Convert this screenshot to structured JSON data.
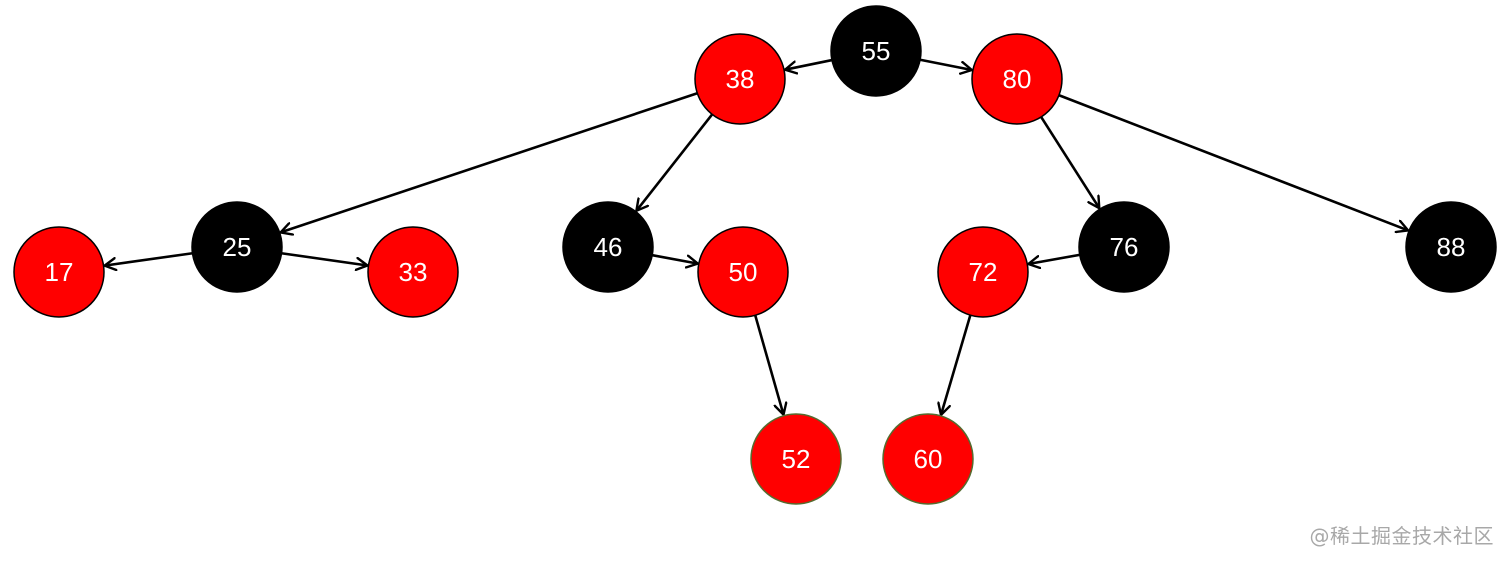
{
  "diagram": {
    "colors": {
      "red": "#ff0000",
      "black": "#000000",
      "text": "#ffffff",
      "edge": "#000000",
      "watermark": "#a8a8a8",
      "leaf_outline": "#556b2f"
    },
    "nodes": [
      {
        "id": "n55",
        "label": "55",
        "color": "black"
      },
      {
        "id": "n38",
        "label": "38",
        "color": "red"
      },
      {
        "id": "n80",
        "label": "80",
        "color": "red"
      },
      {
        "id": "n25",
        "label": "25",
        "color": "black"
      },
      {
        "id": "n46",
        "label": "46",
        "color": "black"
      },
      {
        "id": "n76",
        "label": "76",
        "color": "black"
      },
      {
        "id": "n88",
        "label": "88",
        "color": "black"
      },
      {
        "id": "n17",
        "label": "17",
        "color": "red"
      },
      {
        "id": "n33",
        "label": "33",
        "color": "red"
      },
      {
        "id": "n50",
        "label": "50",
        "color": "red"
      },
      {
        "id": "n72",
        "label": "72",
        "color": "red"
      },
      {
        "id": "n52",
        "label": "52",
        "color": "red"
      },
      {
        "id": "n60",
        "label": "60",
        "color": "red"
      }
    ],
    "edges": [
      {
        "from": "n55",
        "to": "n38"
      },
      {
        "from": "n55",
        "to": "n80"
      },
      {
        "from": "n38",
        "to": "n25"
      },
      {
        "from": "n38",
        "to": "n46"
      },
      {
        "from": "n80",
        "to": "n76"
      },
      {
        "from": "n80",
        "to": "n88"
      },
      {
        "from": "n25",
        "to": "n17"
      },
      {
        "from": "n25",
        "to": "n33"
      },
      {
        "from": "n46",
        "to": "n50"
      },
      {
        "from": "n76",
        "to": "n72"
      },
      {
        "from": "n50",
        "to": "n52"
      },
      {
        "from": "n72",
        "to": "n60"
      }
    ]
  },
  "watermark": {
    "text": "@稀土掘金技术社区"
  }
}
